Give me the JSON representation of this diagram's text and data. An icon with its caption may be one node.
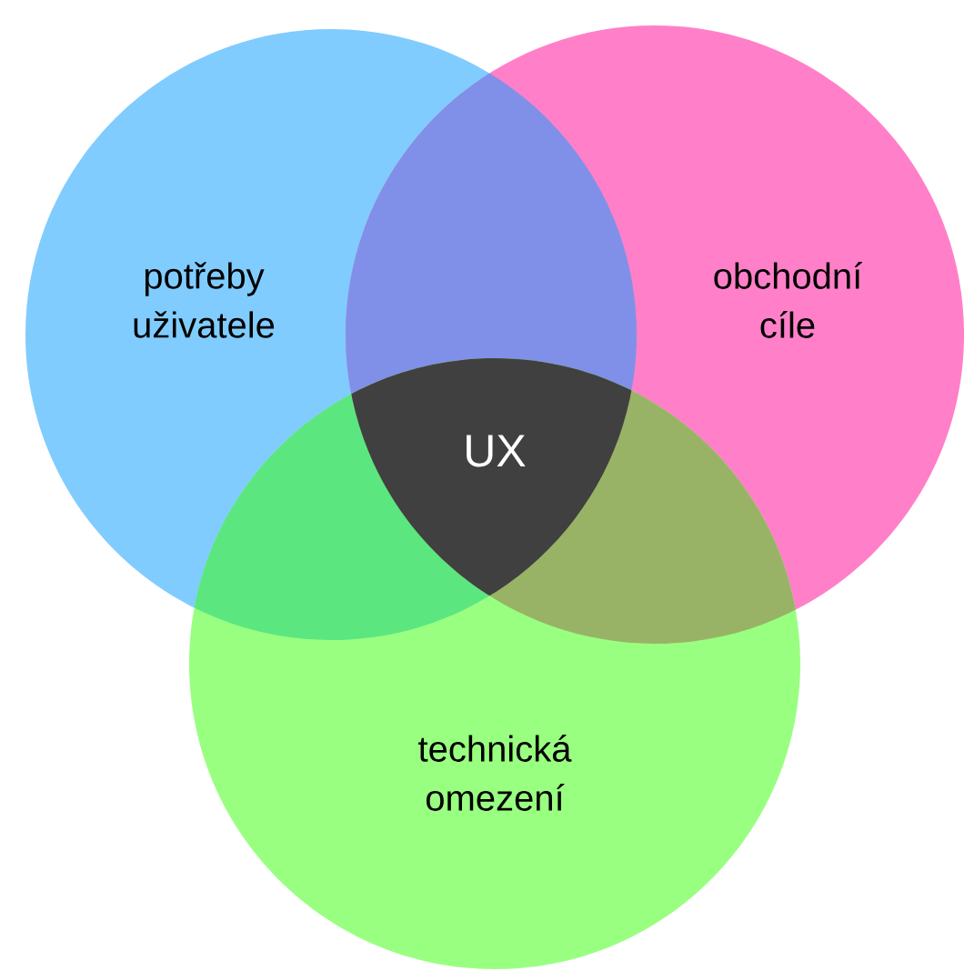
{
  "diagram": {
    "nodes": [
      {
        "text": [
          "potřeby uživatele"
        ]
      },
      {
        "text": [
          "obchodní cíle"
        ]
      },
      {
        "text": [
          "technická omezení"
        ]
      },
      {
        "text": [
          "UX"
        ]
      }
    ]
  }
}
